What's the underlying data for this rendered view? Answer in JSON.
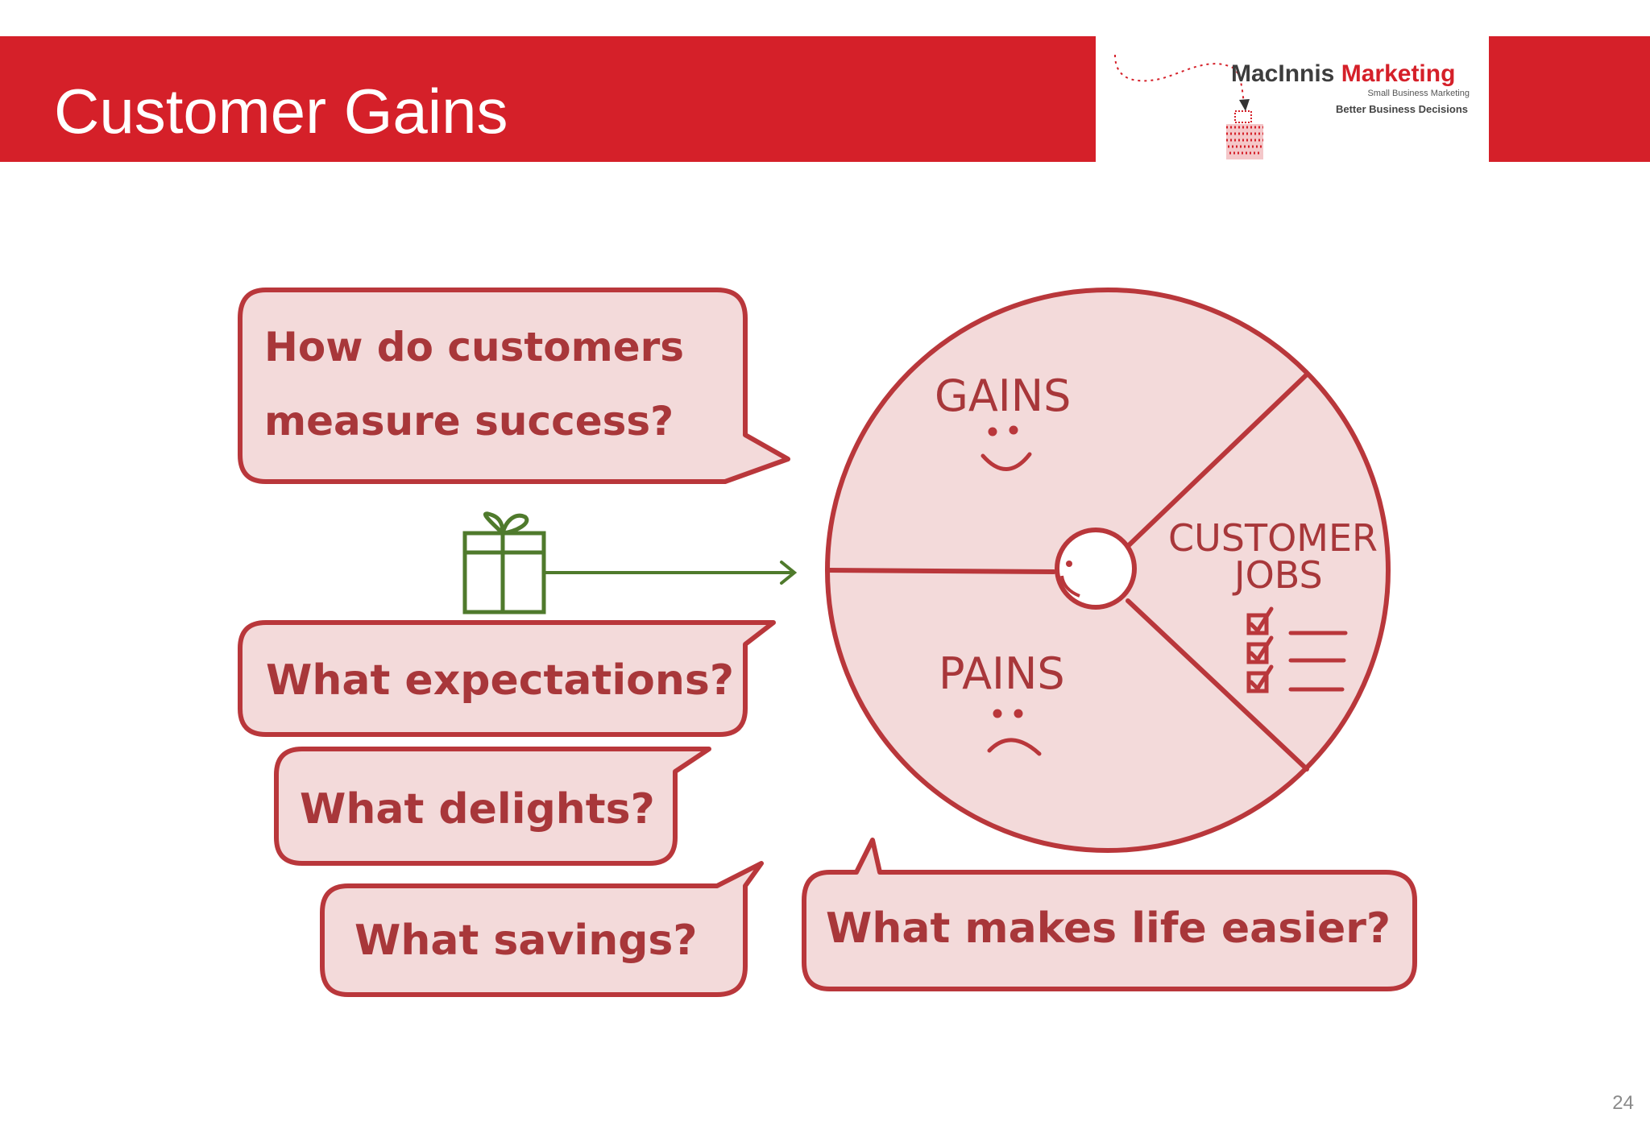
{
  "slide": {
    "title": "Customer Gains",
    "page_number": "24"
  },
  "logo": {
    "name_part1": "MacInnis",
    "name_part2": "Marketing",
    "tagline1": "Small Business Marketing",
    "tagline2": "Better Business Decisions"
  },
  "diagram": {
    "bubbles": {
      "measure_line1": "How do customers",
      "measure_line2": "measure success?",
      "expectations": "What expectations?",
      "delights": "What delights?",
      "savings": "What savings?",
      "easier": "What makes life easier?"
    },
    "circle": {
      "gains": "GAINS",
      "pains": "PAINS",
      "jobs_line1": "CUSTOMER",
      "jobs_line2": "JOBS"
    },
    "colors": {
      "stroke": "#b9373b",
      "fill": "#f3dada",
      "gift": "#4f7a2c",
      "banner": "#d52029"
    }
  }
}
